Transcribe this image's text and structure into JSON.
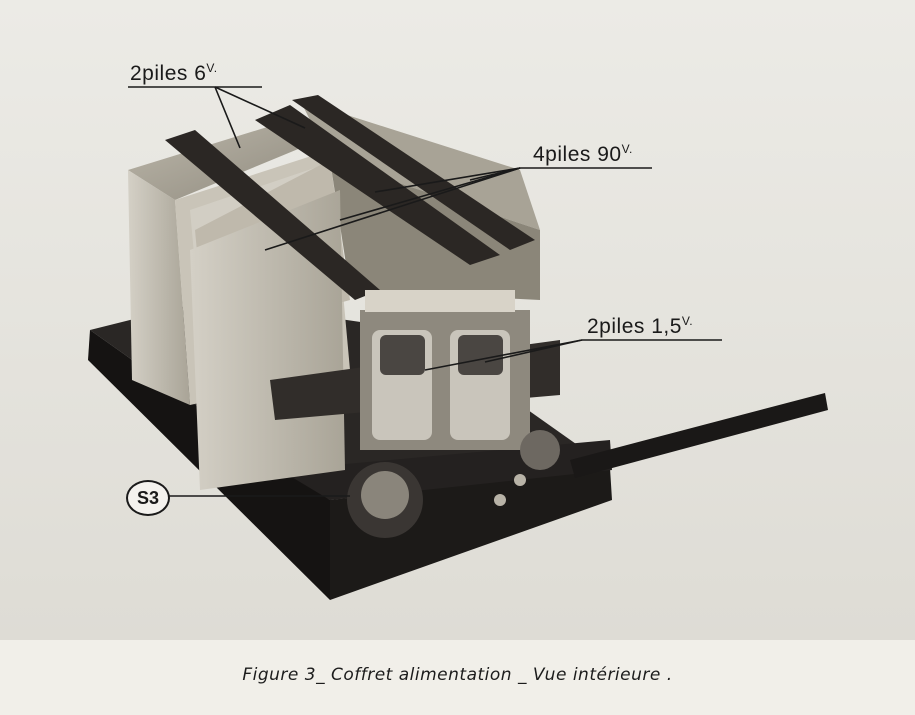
{
  "labels": {
    "piles_6v": {
      "text": "2piles 6",
      "sup": "V."
    },
    "piles_90v": {
      "text": "4piles 90",
      "sup": "V."
    },
    "piles_15v": {
      "text": "2piles 1,5",
      "sup": "V."
    },
    "s3": "S3"
  },
  "caption": "Figure 3_ Coffret alimentation _ Vue intérieure .",
  "colors": {
    "background": "#f1efe9",
    "base": "#1e1c1a",
    "battery": "#b9b4a8",
    "strap": "#2b2724"
  }
}
